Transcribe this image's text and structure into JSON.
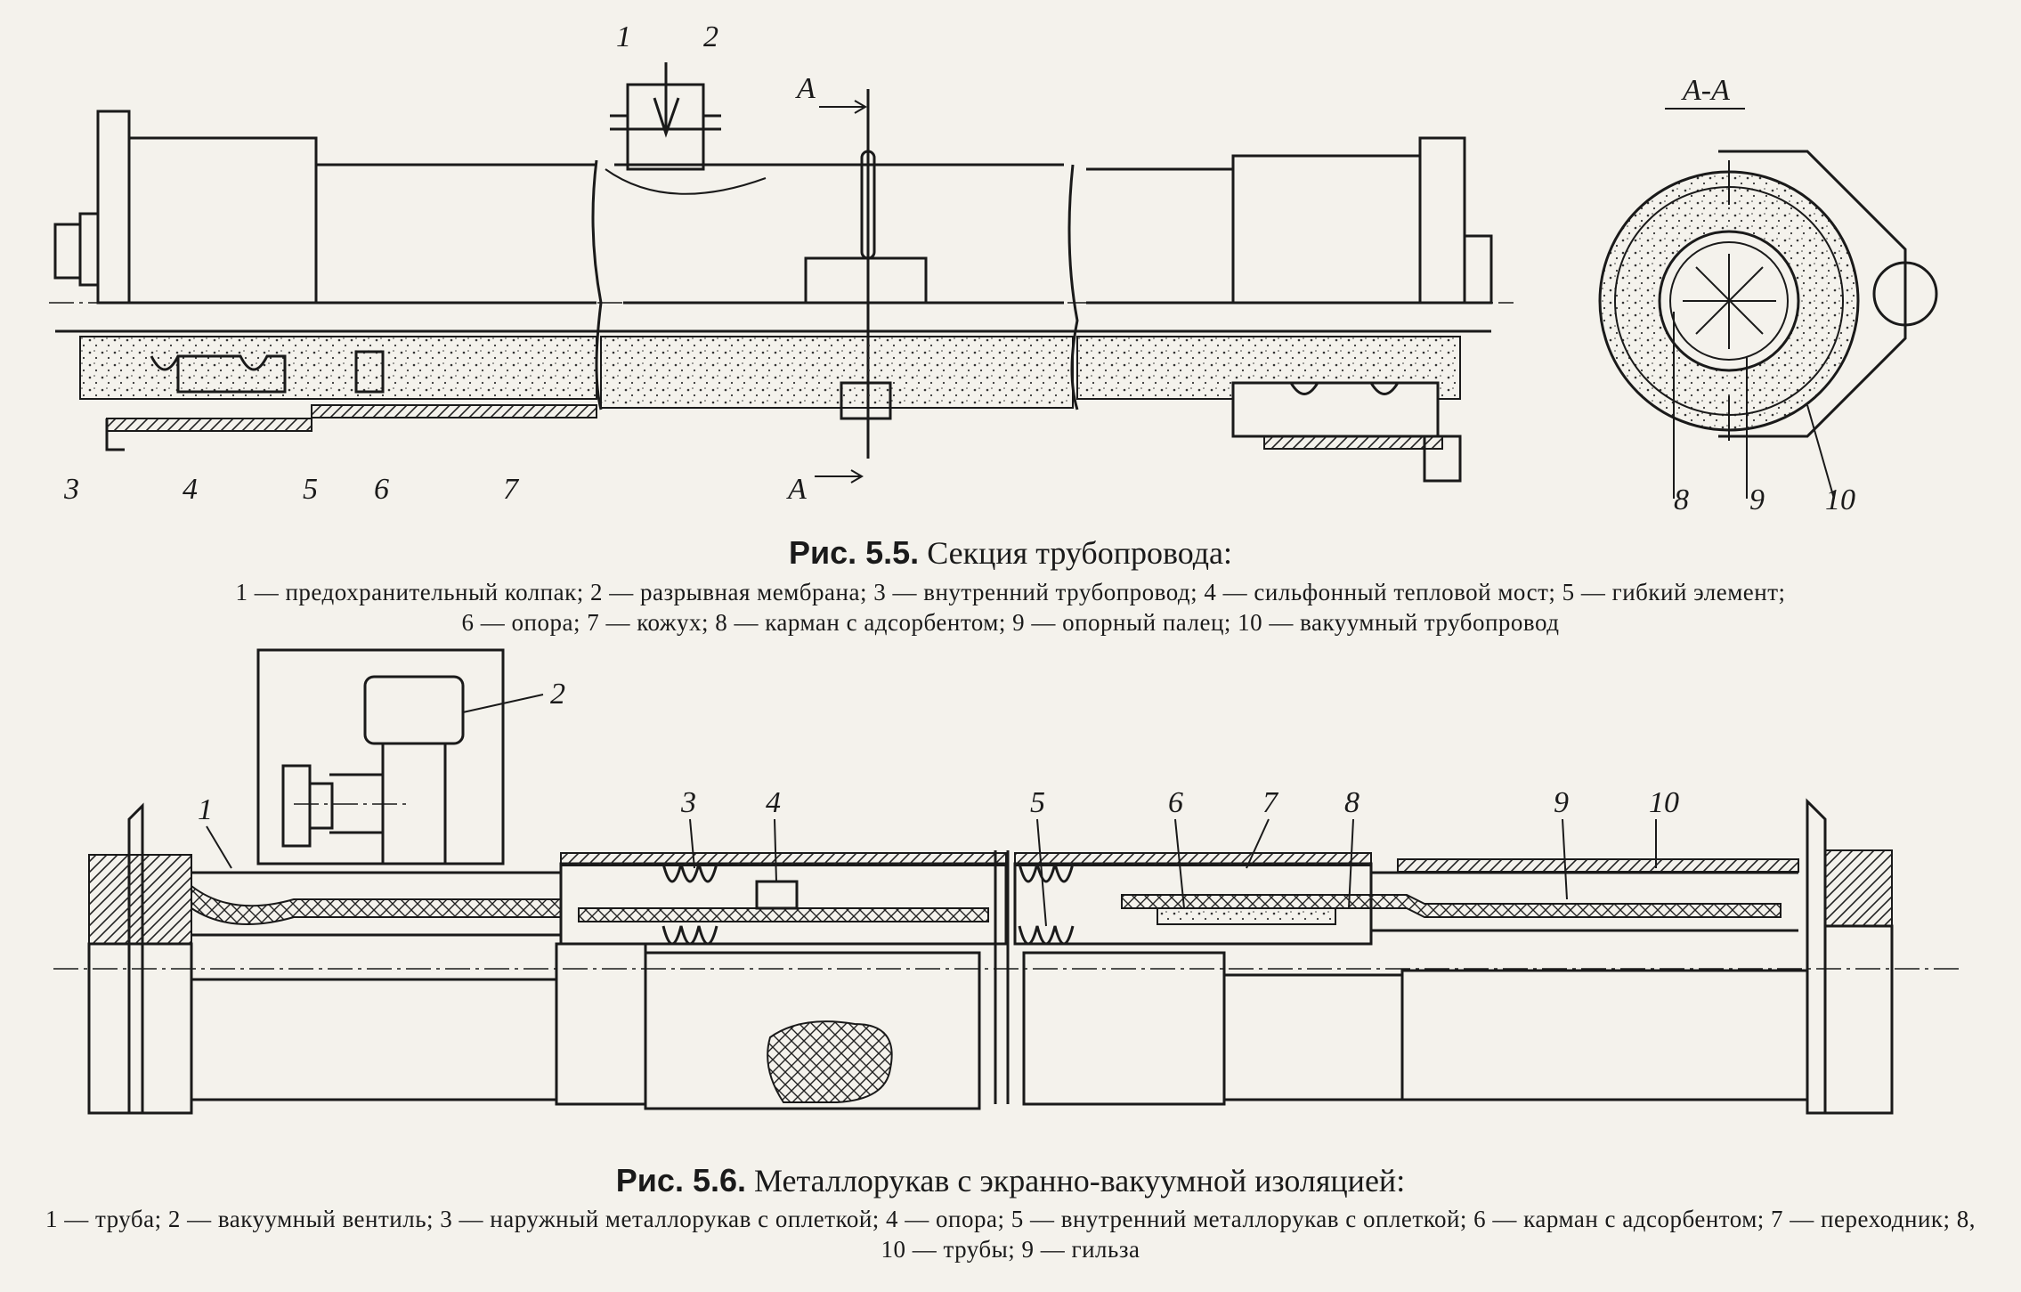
{
  "figure1": {
    "part_labels": [
      "1",
      "2",
      "3",
      "4",
      "5",
      "6",
      "7",
      "8",
      "9",
      "10"
    ],
    "section_marker": "A",
    "section_title": "А-А",
    "caption_prefix": "Рис. 5.5.",
    "caption_title": "Секция трубопровода:",
    "legend_line1": "1 — предохранительный колпак; 2 — разрывная мембрана; 3 — внутренний трубопровод; 4 — сильфонный тепловой мост; 5 — гибкий элемент;",
    "legend_line2": "6 — опора; 7 — кожух; 8 — карман с адсорбентом; 9 — опорный палец; 10 — вакуумный трубопровод"
  },
  "figure2": {
    "part_labels": [
      "1",
      "2",
      "3",
      "4",
      "5",
      "6",
      "7",
      "8",
      "9",
      "10"
    ],
    "caption_prefix": "Рис. 5.6.",
    "caption_title": "Металлорукав с экранно-вакуумной изоляцией:",
    "legend_line1": "1 — труба; 2 — вакуумный вентиль; 3 — наружный металлорукав с оплеткой; 4 — опора; 5 — внутренний металлорукав с оплеткой; 6 — карман с адсорбентом; 7 — переходник; 8, 10 — трубы; 9 — гильза"
  }
}
